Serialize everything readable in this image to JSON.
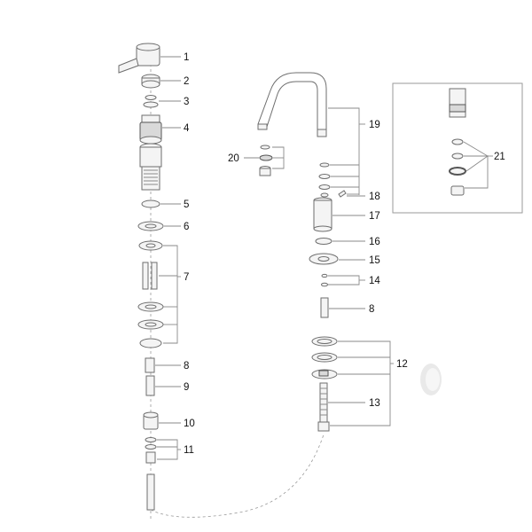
{
  "diagram": {
    "callouts": {
      "c1": "1",
      "c2": "2",
      "c3": "3",
      "c4": "4",
      "c5": "5",
      "c6": "6",
      "c7": "7",
      "c8a": "8",
      "c9": "9",
      "c10": "10",
      "c11": "11",
      "c19": "19",
      "c20": "20",
      "c18": "18",
      "c17": "17",
      "c16": "16",
      "c15": "15",
      "c14": "14",
      "c8b": "8",
      "c12": "12",
      "c13": "13",
      "c21": "21"
    }
  }
}
